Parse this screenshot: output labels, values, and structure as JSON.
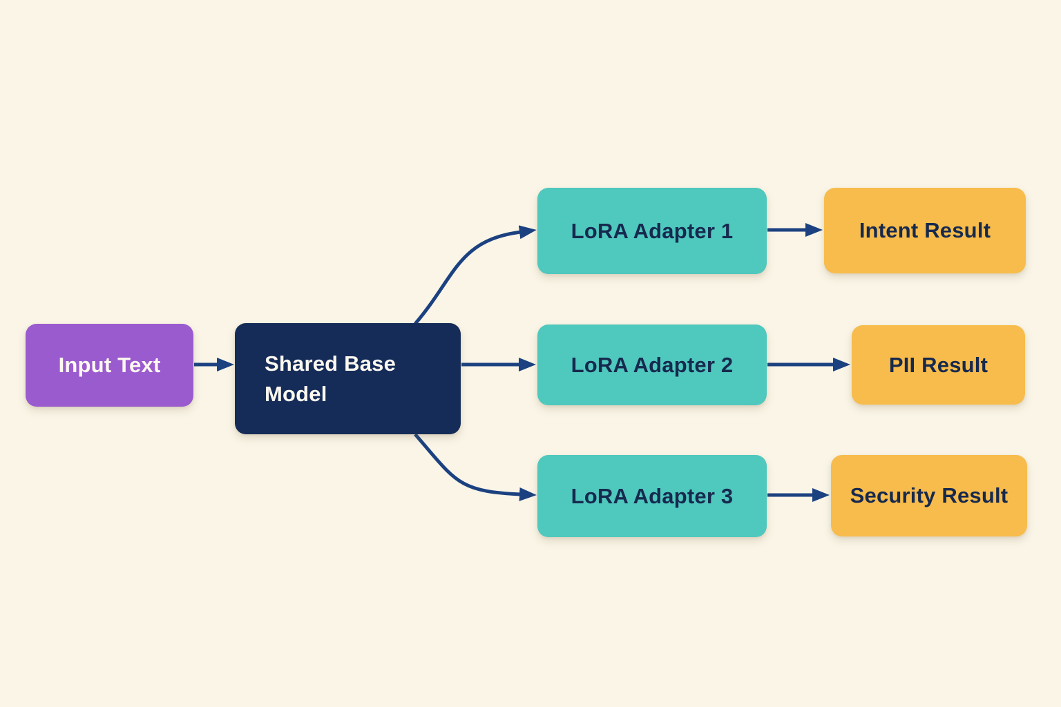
{
  "diagram": {
    "background_color": "#FAF5E7",
    "arrow_color": "#1B4180",
    "nodes": [
      {
        "id": "input-text",
        "label": "Input Text",
        "fill": "#9A5BCF",
        "text_color": "#FCF8F0"
      },
      {
        "id": "shared-base-model",
        "label": "Shared Base Model",
        "fill": "#152C58",
        "text_color": "#FCF8F0"
      },
      {
        "id": "lora-adapter-1",
        "label": "LoRA Adapter 1",
        "fill": "#4FC8BE",
        "text_color": "#16294E"
      },
      {
        "id": "lora-adapter-2",
        "label": "LoRA Adapter 2",
        "fill": "#4FC8BE",
        "text_color": "#16294E"
      },
      {
        "id": "lora-adapter-3",
        "label": "LoRA Adapter 3",
        "fill": "#4FC8BE",
        "text_color": "#16294E"
      },
      {
        "id": "intent-result",
        "label": "Intent Result",
        "fill": "#F7BC4B",
        "text_color": "#16294E"
      },
      {
        "id": "pii-result",
        "label": "PII Result",
        "fill": "#F7BC4B",
        "text_color": "#16294E"
      },
      {
        "id": "security-result",
        "label": "Security Result",
        "fill": "#F7BC4B",
        "text_color": "#16294E"
      }
    ],
    "edges": [
      {
        "from": "input-text",
        "to": "shared-base-model"
      },
      {
        "from": "shared-base-model",
        "to": "lora-adapter-1"
      },
      {
        "from": "shared-base-model",
        "to": "lora-adapter-2"
      },
      {
        "from": "shared-base-model",
        "to": "lora-adapter-3"
      },
      {
        "from": "lora-adapter-1",
        "to": "intent-result"
      },
      {
        "from": "lora-adapter-2",
        "to": "pii-result"
      },
      {
        "from": "lora-adapter-3",
        "to": "security-result"
      }
    ]
  }
}
